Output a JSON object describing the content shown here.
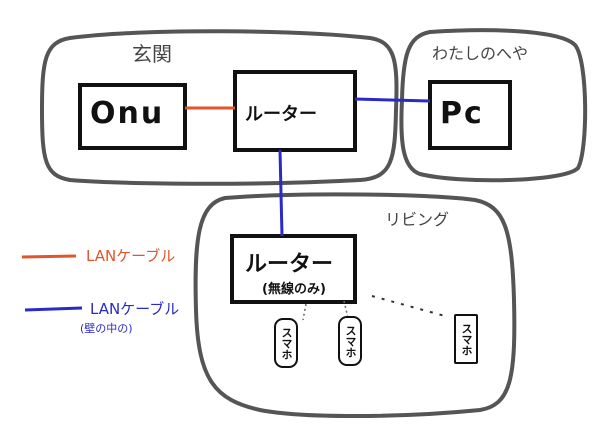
{
  "rooms": {
    "entrance": "玄関",
    "my_room": "わたしのへや",
    "living": "リビング"
  },
  "devices": {
    "onu": "Onu",
    "router_main": "ルーター",
    "pc": "Pc",
    "router_living": "ルーター",
    "router_living_note": "(無線のみ)",
    "phones": [
      "スマホ",
      "スマホ",
      "スマホ"
    ]
  },
  "legend": [
    {
      "label": "LANケーブル",
      "note": "",
      "color": "#e0552a"
    },
    {
      "label": "LANケーブル",
      "note": "(壁の中の)",
      "color": "#2a2ac8"
    }
  ],
  "colors": {
    "orange": "#e0552a",
    "blue": "#2a2ac8",
    "room_border": "#555555"
  }
}
